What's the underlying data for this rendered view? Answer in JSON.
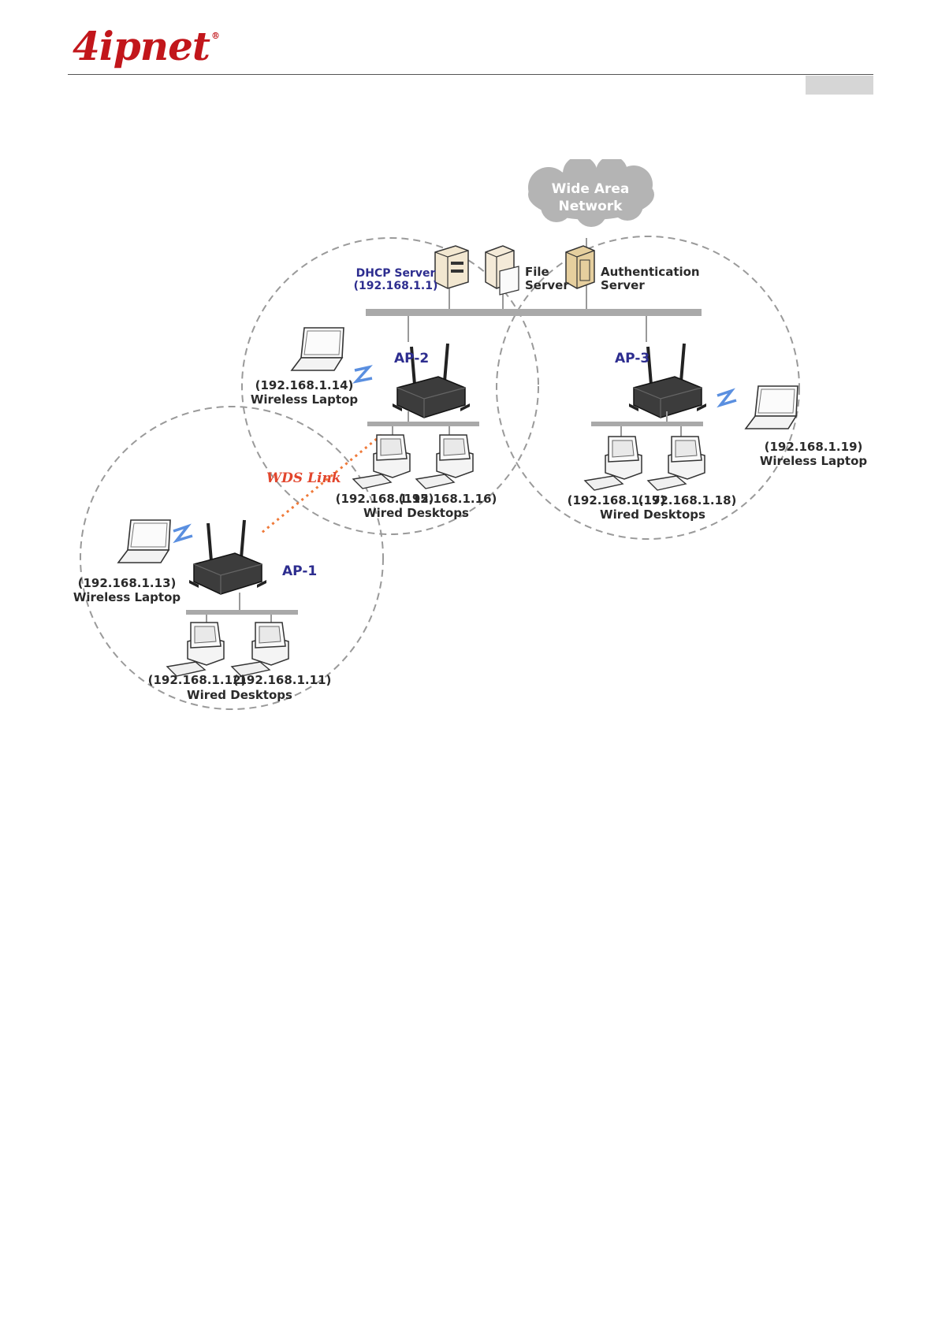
{
  "header": {
    "logo_text": "4ipnet",
    "logo_registered_mark": "®",
    "brand_color": "#c2161b"
  },
  "diagram": {
    "cloud": {
      "line1": "Wide Area",
      "line2": "Network"
    },
    "servers": {
      "dhcp": {
        "line1": "DHCP Server",
        "line2": "(192.168.1.1)"
      },
      "file": {
        "line1": "File",
        "line2": "Server"
      },
      "auth": {
        "line1": "Authentication",
        "line2": "Server"
      }
    },
    "access_points": {
      "ap1": "AP-1",
      "ap2": "AP-2",
      "ap3": "AP-3"
    },
    "wds_link": "WDS Link",
    "laptops": {
      "l13": {
        "ip": "(192.168.1.13)",
        "label": "Wireless Laptop"
      },
      "l14": {
        "ip": "(192.168.1.14)",
        "label": "Wireless Laptop"
      },
      "l19": {
        "ip": "(192.168.1.19)",
        "label": "Wireless Laptop"
      }
    },
    "desktops": {
      "d11": "(192.168.1.11)",
      "d12": "(192.168.1.12)",
      "d15": "(192.168.1.15)",
      "d16": "(192.168.1.16)",
      "d17": "(192.168.1.17)",
      "d18": "(192.168.1.18)"
    },
    "group_label": "Wired Desktops",
    "colors": {
      "ap_label": "#2d2d8f",
      "wds": "#e2452c",
      "wireless_signal": "#5a8fe0",
      "cloud": "#b4b4b4"
    }
  }
}
